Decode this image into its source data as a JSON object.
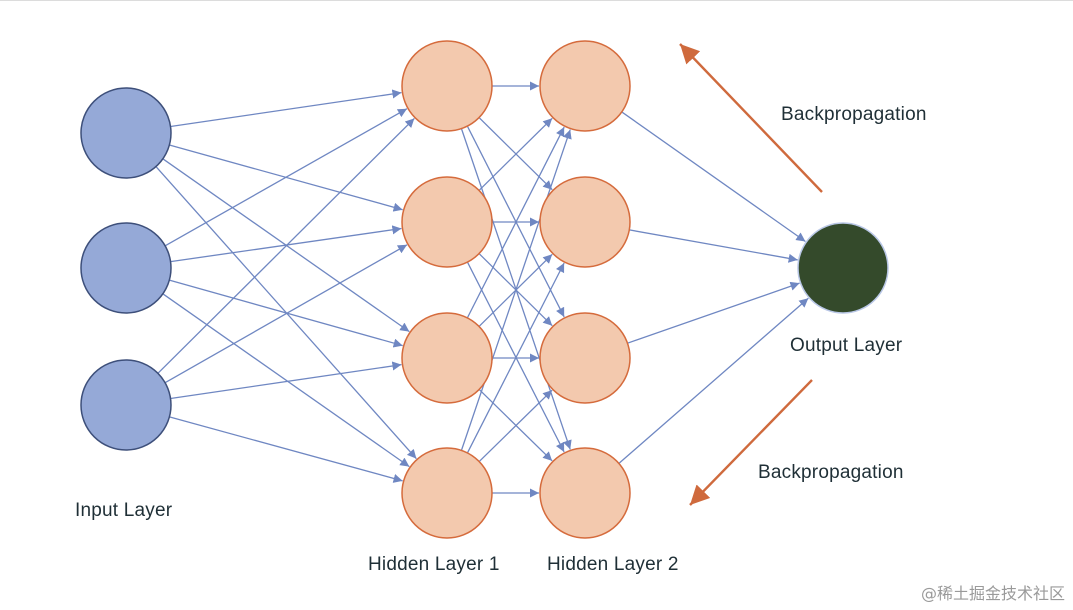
{
  "diagram": {
    "layers": {
      "input": {
        "label": "Input Layer",
        "nodes": 3,
        "fill": "#95a9d7",
        "stroke": "#3d4f7a"
      },
      "hidden1": {
        "label": "Hidden Layer 1",
        "nodes": 4,
        "fill": "#f3c9ae",
        "stroke": "#d56b3c"
      },
      "hidden2": {
        "label": "Hidden Layer 2",
        "nodes": 4,
        "fill": "#f3c9ae",
        "stroke": "#d56b3c"
      },
      "output": {
        "label": "Output Layer",
        "nodes": 1,
        "fill": "#344a2b",
        "stroke": "#b9c7e6"
      }
    },
    "connection_color": "#6f87c2",
    "backprop": {
      "top_label": "Backpropagation",
      "bottom_label": "Backpropagation",
      "arrow_color": "#cf6a3d"
    },
    "text_color": "#1f2f36"
  },
  "watermark": "@稀土掘金技术社区"
}
